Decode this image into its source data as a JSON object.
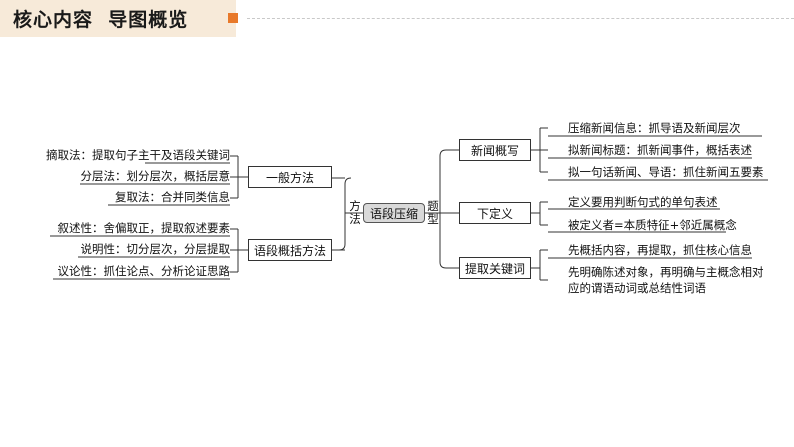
{
  "header": {
    "title": "核心内容  导图概览",
    "accent_color": "#e8792a",
    "tab_color": "#f7ead9"
  },
  "diagram": {
    "center": "语段压缩",
    "left_label": [
      "方",
      "法"
    ],
    "right_label": [
      "题",
      "型"
    ],
    "methods": [
      {
        "label": "一般方法",
        "items": [
          "摘取法：提取句子主干及语段关键词",
          "分层法：划分层次，概括层意",
          "复取法：合并同类信息"
        ]
      },
      {
        "label": "语段概括方法",
        "items": [
          "叙述性：舍偏取正，提取叙述要素",
          "说明性：切分层次，分层提取",
          "议论性：抓住论点、分析论证思路"
        ]
      }
    ],
    "types": [
      {
        "label": "新闻概写",
        "items": [
          "压缩新闻信息：抓导语及新闻层次",
          "拟新闻标题：抓新闻事件，概括表述",
          "拟一句话新闻、导语：抓住新闻五要素"
        ]
      },
      {
        "label": "下定义",
        "items": [
          "定义要用判断句式的单句表述",
          "被定义者=本质特征+邻近属概念"
        ]
      },
      {
        "label": "提取关键词",
        "items": [
          "先概括内容，再提取，抓住核心信息",
          "先明确陈述对象，再明确与主概念相对",
          "应的谓语动词或总结性词语"
        ]
      }
    ]
  }
}
